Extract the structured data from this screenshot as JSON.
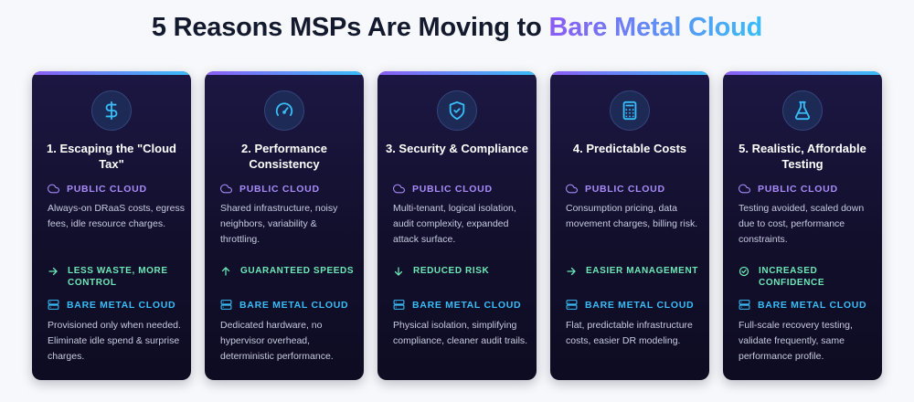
{
  "header": {
    "title_prefix": "5 Reasons MSPs Are Moving to ",
    "title_accent": "Bare Metal Cloud"
  },
  "colors": {
    "accent_purple": "#8b5cf6",
    "accent_blue": "#38bdf8",
    "benefit_green": "#6ee7b7",
    "card_bg": "#141033"
  },
  "cards": [
    {
      "title": "1. Escaping the \"Cloud Tax\"",
      "icon": "dollar-icon",
      "public_label": "PUBLIC CLOUD",
      "public_desc": "Always-on DRaaS costs, egress fees, idle resource charges.",
      "benefit_icon": "arrow-right-icon",
      "benefit": "LESS WASTE, MORE CONTROL",
      "bare_label": "BARE METAL CLOUD",
      "bare_desc": "Provisioned only when needed. Eliminate idle spend & surprise charges."
    },
    {
      "title": "2. Performance Consistency",
      "icon": "gauge-icon",
      "public_label": "PUBLIC CLOUD",
      "public_desc": "Shared infrastructure, noisy neighbors, variability & throttling.",
      "benefit_icon": "arrow-up-icon",
      "benefit": "GUARANTEED SPEEDS",
      "bare_label": "BARE METAL CLOUD",
      "bare_desc": "Dedicated hardware, no hypervisor overhead, deterministic performance."
    },
    {
      "title": "3. Security & Compliance",
      "icon": "shield-check-icon",
      "public_label": "PUBLIC CLOUD",
      "public_desc": "Multi-tenant, logical isolation, audit complexity, expanded attack surface.",
      "benefit_icon": "arrow-down-icon",
      "benefit": "REDUCED RISK",
      "bare_label": "BARE METAL CLOUD",
      "bare_desc": "Physical isolation, simplifying compliance, cleaner audit trails."
    },
    {
      "title": "4. Predictable Costs",
      "icon": "calculator-icon",
      "public_label": "PUBLIC CLOUD",
      "public_desc": "Consumption pricing, data movement charges, billing risk.",
      "benefit_icon": "arrow-right-icon",
      "benefit": "EASIER MANAGEMENT",
      "bare_label": "BARE METAL CLOUD",
      "bare_desc": "Flat, predictable infrastructure costs, easier DR modeling."
    },
    {
      "title": "5. Realistic, Affordable Testing",
      "icon": "flask-icon",
      "public_label": "PUBLIC CLOUD",
      "public_desc": "Testing avoided, scaled down due to cost, performance constraints.",
      "benefit_icon": "check-circle-icon",
      "benefit": "INCREASED CONFIDENCE",
      "bare_label": "BARE METAL CLOUD",
      "bare_desc": "Full-scale recovery testing, validate frequently, same performance profile."
    }
  ]
}
